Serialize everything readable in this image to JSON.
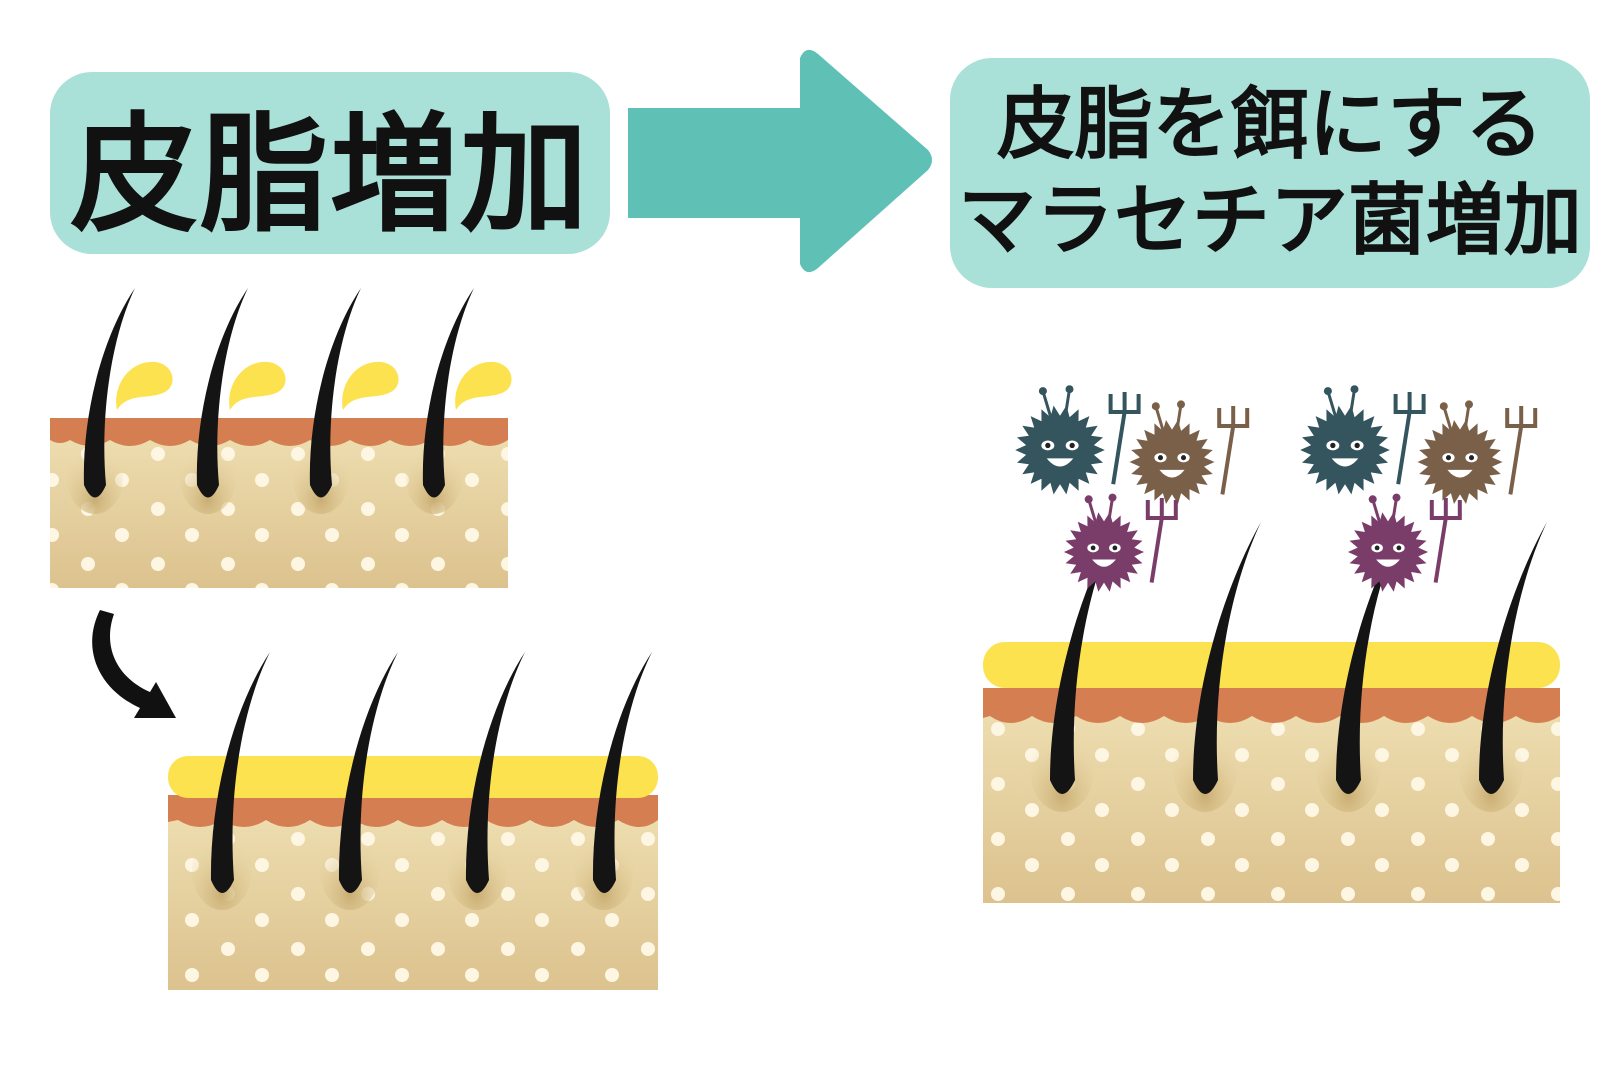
{
  "left_label": "皮脂増加",
  "right_label": {
    "line1": "皮脂を餌にする",
    "line2": "マラセチア菌増加"
  },
  "colors": {
    "label_bg": "#a9e0d8",
    "arrow": "#5fc1b5",
    "sebum": "#fde24f",
    "skin": "#ead8a8",
    "skin_edge": "#d57e52",
    "hair": "#141414",
    "germ_blue": "#34545e",
    "germ_brown": "#7a6048",
    "germ_purple": "#7a3d6a"
  },
  "icons": [
    "big-arrow-icon",
    "curved-arrow-icon",
    "germ-icon"
  ]
}
